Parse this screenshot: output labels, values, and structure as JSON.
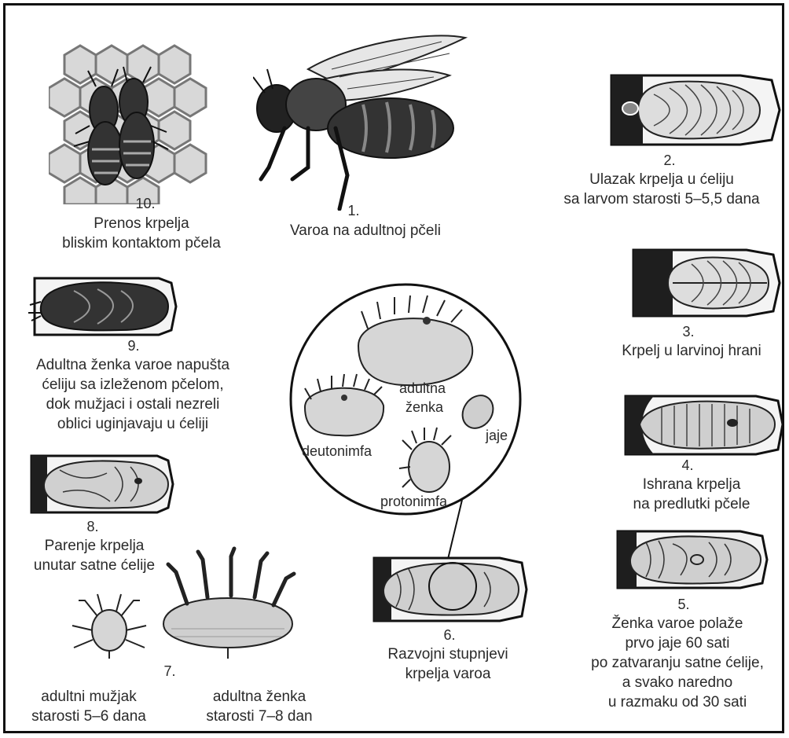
{
  "stages": {
    "s1": {
      "num": "1.",
      "lines": [
        "Varoa na adultnoj pčeli"
      ]
    },
    "s2": {
      "num": "2.",
      "lines": [
        "Ulazak krpelja u ćeliju",
        "sa larvom starosti 5–5,5 dana"
      ]
    },
    "s3": {
      "num": "3.",
      "lines": [
        "Krpelj u larvinoj hrani"
      ]
    },
    "s4": {
      "num": "4.",
      "lines": [
        "Ishrana krpelja",
        "na predlutki pčele"
      ]
    },
    "s5": {
      "num": "5.",
      "lines": [
        "Ženka varoe polaže",
        "prvo jaje 60 sati",
        "po zatvaranju satne ćelije,",
        "a svako naredno",
        "u razmaku od 30 sati"
      ]
    },
    "s6": {
      "num": "6.",
      "lines": [
        "Razvojni stupnjevi",
        "krpelja varoa"
      ]
    },
    "s7": {
      "num": "7.",
      "male": [
        "adultni mužjak",
        "starosti 5–6 dana"
      ],
      "female": [
        "adultna ženka",
        "starosti 7–8 dan"
      ]
    },
    "s8": {
      "num": "8.",
      "lines": [
        "Parenje krpelja",
        "unutar satne ćelije"
      ]
    },
    "s9": {
      "num": "9.",
      "lines": [
        "Adultna ženka varoe napušta",
        "ćeliju sa izleženom pčelom,",
        "dok mužjaci i ostali nezreli",
        "oblici uginjavaju u ćeliji"
      ]
    },
    "s10": {
      "num": "10.",
      "lines": [
        "Prenos krpelja",
        "bliskim kontaktom pčela"
      ]
    }
  },
  "circle": {
    "adult_female_1": "adultna",
    "adult_female_2": "ženka",
    "egg": "jaje",
    "deutonymph": "deutonimfa",
    "protonymph": "protonimfa"
  }
}
